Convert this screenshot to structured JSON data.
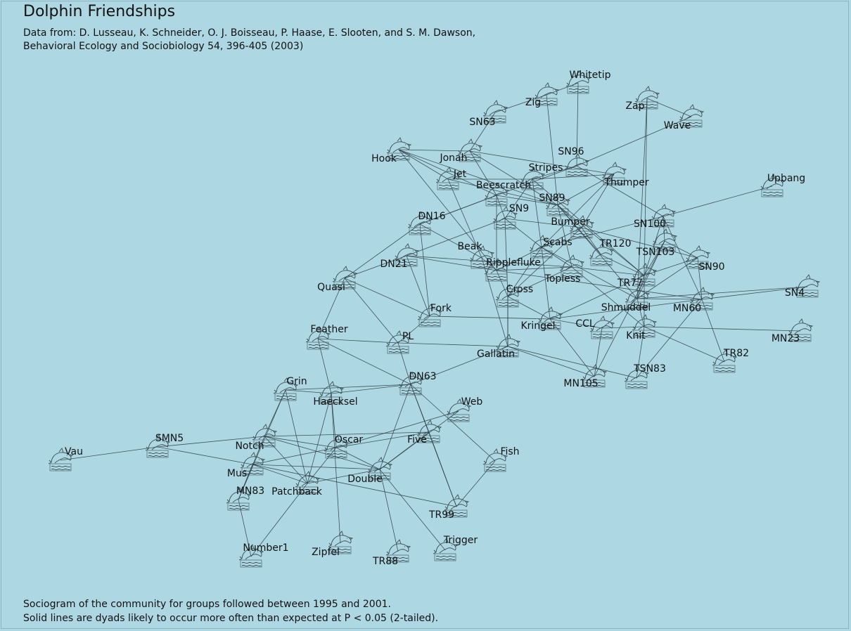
{
  "title": "Dolphin Friendships",
  "credit_lines": [
    "Data from: D. Lusseau, K. Schneider, O. J. Boisseau, P. Haase, E. Slooten, and S. M. Dawson,",
    "Behavioral Ecology and Sociobiology 54, 396-405 (2003)"
  ],
  "caption_lines": [
    "Sociogram of the community for groups followed between 1995 and 2001.",
    "Solid lines are dyads likely to occur more often than expected at P < 0.05 (2-tailed)."
  ],
  "colors": {
    "background": "#add8e3",
    "edge": "#2b3a40",
    "icon": "#3a4a50"
  },
  "node_icon": "dolphin-icon",
  "nodes": [
    {
      "id": "Whitetip"
    },
    {
      "id": "Zig"
    },
    {
      "id": "Zap"
    },
    {
      "id": "Wave"
    },
    {
      "id": "SN63"
    },
    {
      "id": "Hook"
    },
    {
      "id": "Jonah"
    },
    {
      "id": "Jet"
    },
    {
      "id": "SN96"
    },
    {
      "id": "Stripes"
    },
    {
      "id": "Thumper"
    },
    {
      "id": "Upbang"
    },
    {
      "id": "Beescratch"
    },
    {
      "id": "SN89"
    },
    {
      "id": "SN9"
    },
    {
      "id": "DN16"
    },
    {
      "id": "Bumper"
    },
    {
      "id": "SN100"
    },
    {
      "id": "Beak"
    },
    {
      "id": "Scabs"
    },
    {
      "id": "TR120"
    },
    {
      "id": "TSN103"
    },
    {
      "id": "DN21"
    },
    {
      "id": "Ripplefluke"
    },
    {
      "id": "SN90"
    },
    {
      "id": "Topless"
    },
    {
      "id": "Quasi"
    },
    {
      "id": "TR77"
    },
    {
      "id": "Cross"
    },
    {
      "id": "SN4"
    },
    {
      "id": "Shmuddel"
    },
    {
      "id": "MN60"
    },
    {
      "id": "Fork"
    },
    {
      "id": "Kringel"
    },
    {
      "id": "CCL"
    },
    {
      "id": "Knit"
    },
    {
      "id": "MN23"
    },
    {
      "id": "Feather"
    },
    {
      "id": "PL"
    },
    {
      "id": "Gallatin"
    },
    {
      "id": "TR82"
    },
    {
      "id": "TSN83"
    },
    {
      "id": "MN105"
    },
    {
      "id": "DN63"
    },
    {
      "id": "Grin"
    },
    {
      "id": "Haecksel"
    },
    {
      "id": "Web"
    },
    {
      "id": "SMN5"
    },
    {
      "id": "Vau"
    },
    {
      "id": "Notch"
    },
    {
      "id": "Oscar"
    },
    {
      "id": "Five"
    },
    {
      "id": "Fish"
    },
    {
      "id": "Mus"
    },
    {
      "id": "Double"
    },
    {
      "id": "MN83"
    },
    {
      "id": "Patchback"
    },
    {
      "id": "TR99"
    },
    {
      "id": "Number1"
    },
    {
      "id": "Zipfel"
    },
    {
      "id": "TR88"
    },
    {
      "id": "Trigger"
    }
  ],
  "edges": [
    [
      "Whitetip",
      "SN96"
    ],
    [
      "Whitetip",
      "Zig"
    ],
    [
      "Zig",
      "SN63"
    ],
    [
      "Zig",
      "SN89"
    ],
    [
      "Zap",
      "Shmuddel"
    ],
    [
      "Zap",
      "Wave"
    ],
    [
      "Zap",
      "TR77"
    ],
    [
      "Wave",
      "SN96"
    ],
    [
      "SN63",
      "Jonah"
    ],
    [
      "Hook",
      "Jonah"
    ],
    [
      "Hook",
      "Beescratch"
    ],
    [
      "Hook",
      "SN89"
    ],
    [
      "Hook",
      "Jet"
    ],
    [
      "Hook",
      "Ripplefluke"
    ],
    [
      "Jonah",
      "SN89"
    ],
    [
      "Jonah",
      "Thumper"
    ],
    [
      "Jonah",
      "Beescratch"
    ],
    [
      "Jet",
      "Stripes"
    ],
    [
      "Jet",
      "Beak"
    ],
    [
      "Jet",
      "SN89"
    ],
    [
      "SN96",
      "Stripes"
    ],
    [
      "SN96",
      "SN100"
    ],
    [
      "SN96",
      "Beescratch"
    ],
    [
      "Stripes",
      "Thumper"
    ],
    [
      "Stripes",
      "SN9"
    ],
    [
      "Stripes",
      "Scabs"
    ],
    [
      "Stripes",
      "TR77"
    ],
    [
      "Thumper",
      "SN89"
    ],
    [
      "Thumper",
      "Scabs"
    ],
    [
      "Thumper",
      "Bumper"
    ],
    [
      "Beescratch",
      "SN9"
    ],
    [
      "Beescratch",
      "DN16"
    ],
    [
      "Beescratch",
      "SN89"
    ],
    [
      "Beescratch",
      "Ripplefluke"
    ],
    [
      "SN89",
      "Bumper"
    ],
    [
      "SN89",
      "Topless"
    ],
    [
      "SN89",
      "TR77"
    ],
    [
      "SN89",
      "Shmuddel"
    ],
    [
      "SN89",
      "TR120"
    ],
    [
      "SN9",
      "Scabs"
    ],
    [
      "SN9",
      "Bumper"
    ],
    [
      "SN9",
      "Cross"
    ],
    [
      "SN9",
      "DN21"
    ],
    [
      "DN16",
      "Beak"
    ],
    [
      "DN16",
      "Quasi"
    ],
    [
      "DN16",
      "Fork"
    ],
    [
      "DN16",
      "Beescratch"
    ],
    [
      "Bumper",
      "Scabs"
    ],
    [
      "Bumper",
      "TR120"
    ],
    [
      "Bumper",
      "SN90"
    ],
    [
      "Bumper",
      "Cross"
    ],
    [
      "SN100",
      "Scabs"
    ],
    [
      "SN100",
      "TSN103"
    ],
    [
      "SN100",
      "TR77"
    ],
    [
      "SN100",
      "MN60"
    ],
    [
      "SN100",
      "Upbang"
    ],
    [
      "Beak",
      "Ripplefluke"
    ],
    [
      "Beak",
      "Gallatin"
    ],
    [
      "Scabs",
      "Ripplefluke"
    ],
    [
      "Scabs",
      "Topless"
    ],
    [
      "Scabs",
      "Shmuddel"
    ],
    [
      "Scabs",
      "Kringel"
    ],
    [
      "Scabs",
      "Cross"
    ],
    [
      "TR120",
      "TR77"
    ],
    [
      "TSN103",
      "SN90"
    ],
    [
      "TSN103",
      "Shmuddel"
    ],
    [
      "TSN103",
      "TR77"
    ],
    [
      "TSN103",
      "MN105"
    ],
    [
      "DN21",
      "Ripplefluke"
    ],
    [
      "DN21",
      "Quasi"
    ],
    [
      "DN21",
      "Topless"
    ],
    [
      "DN21",
      "Fork"
    ],
    [
      "Ripplefluke",
      "Topless"
    ],
    [
      "Ripplefluke",
      "Cross"
    ],
    [
      "Ripplefluke",
      "MN60"
    ],
    [
      "SN90",
      "MN60"
    ],
    [
      "SN90",
      "TR77"
    ],
    [
      "SN90",
      "Shmuddel"
    ],
    [
      "Topless",
      "Cross"
    ],
    [
      "Topless",
      "Knit"
    ],
    [
      "Topless",
      "TR77"
    ],
    [
      "Quasi",
      "Feather"
    ],
    [
      "Quasi",
      "PL"
    ],
    [
      "Quasi",
      "Fork"
    ],
    [
      "TR77",
      "Shmuddel"
    ],
    [
      "TR77",
      "Knit"
    ],
    [
      "TR77",
      "Kringel"
    ],
    [
      "Cross",
      "Gallatin"
    ],
    [
      "Cross",
      "Kringel"
    ],
    [
      "SN4",
      "MN60"
    ],
    [
      "SN4",
      "Shmuddel"
    ],
    [
      "Shmuddel",
      "MN60"
    ],
    [
      "Shmuddel",
      "CCL"
    ],
    [
      "Shmuddel",
      "Knit"
    ],
    [
      "MN60",
      "TR82"
    ],
    [
      "MN60",
      "TSN83"
    ],
    [
      "MN60",
      "Kringel"
    ],
    [
      "Fork",
      "Kringel"
    ],
    [
      "Fork",
      "PL"
    ],
    [
      "Kringel",
      "CCL"
    ],
    [
      "Kringel",
      "MN105"
    ],
    [
      "CCL",
      "Knit"
    ],
    [
      "CCL",
      "MN105"
    ],
    [
      "Knit",
      "TR82"
    ],
    [
      "Knit",
      "TSN83"
    ],
    [
      "MN23",
      "Knit"
    ],
    [
      "Feather",
      "PL"
    ],
    [
      "Feather",
      "DN63"
    ],
    [
      "Feather",
      "Haecksel"
    ],
    [
      "PL",
      "DN63"
    ],
    [
      "PL",
      "Gallatin"
    ],
    [
      "Gallatin",
      "MN105"
    ],
    [
      "Gallatin",
      "TSN83"
    ],
    [
      "Gallatin",
      "DN63"
    ],
    [
      "Gallatin",
      "Cross"
    ],
    [
      "DN63",
      "Grin"
    ],
    [
      "DN63",
      "Haecksel"
    ],
    [
      "DN63",
      "Five"
    ],
    [
      "DN63",
      "Fish"
    ],
    [
      "DN63",
      "TR99"
    ],
    [
      "DN63",
      "Double"
    ],
    [
      "Grin",
      "Haecksel"
    ],
    [
      "Grin",
      "Notch"
    ],
    [
      "Grin",
      "Patchback"
    ],
    [
      "Grin",
      "MN83"
    ],
    [
      "Haecksel",
      "Oscar"
    ],
    [
      "Haecksel",
      "Patchback"
    ],
    [
      "Haecksel",
      "Zipfel"
    ],
    [
      "Web",
      "Oscar"
    ],
    [
      "Web",
      "Double"
    ],
    [
      "SMN5",
      "Vau"
    ],
    [
      "SMN5",
      "Notch"
    ],
    [
      "SMN5",
      "Mus"
    ],
    [
      "Notch",
      "Oscar"
    ],
    [
      "Notch",
      "Double"
    ],
    [
      "Notch",
      "Patchback"
    ],
    [
      "Notch",
      "Five"
    ],
    [
      "Oscar",
      "Mus"
    ],
    [
      "Oscar",
      "Double"
    ],
    [
      "Oscar",
      "Patchback"
    ],
    [
      "Oscar",
      "Five"
    ],
    [
      "Five",
      "Double"
    ],
    [
      "Five",
      "TR99"
    ],
    [
      "Fish",
      "TR99"
    ],
    [
      "Mus",
      "Double"
    ],
    [
      "Mus",
      "Patchback"
    ],
    [
      "Mus",
      "MN83"
    ],
    [
      "Mus",
      "TR99"
    ],
    [
      "Double",
      "TR88"
    ],
    [
      "Double",
      "Trigger"
    ],
    [
      "Double",
      "Patchback"
    ],
    [
      "Patchback",
      "Number1"
    ],
    [
      "MN83",
      "Number1"
    ],
    [
      "Notch",
      "MN83"
    ]
  ]
}
